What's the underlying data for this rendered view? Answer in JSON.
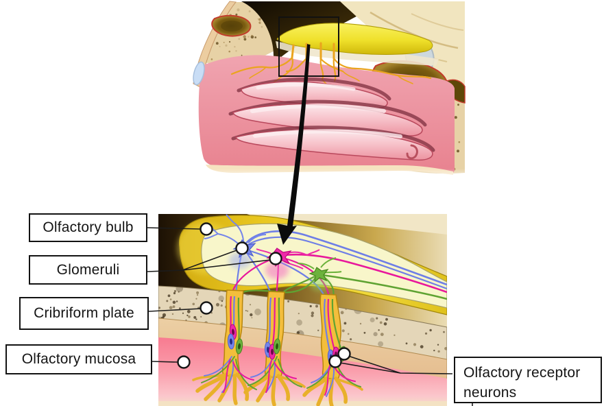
{
  "diagram": {
    "subject": "Olfactory system anatomy: nasal cavity overview with magnified view of olfactory bulb, cribriform plate and olfactory mucosa",
    "labels": [
      {
        "id": "olfactory-bulb",
        "text": "Olfactory bulb"
      },
      {
        "id": "glomeruli",
        "text": "Glomeruli"
      },
      {
        "id": "cribriform-plate",
        "text": "Cribriform plate"
      },
      {
        "id": "olfactory-mucosa",
        "text": "Olfactory mucosa"
      },
      {
        "id": "olfactory-receptor-neurons",
        "text": "Olfactory receptor neurons"
      }
    ],
    "marker_count": 7,
    "colors": {
      "neuron_blue": "#6e7ee6",
      "neuron_magenta": "#e8189c",
      "neuron_green": "#5fa332",
      "nerve_gold": "#f3be3c",
      "bulb_yellow": "#e9c71e",
      "bulb_interior": "#f8f6ca",
      "bone_tan": "#e4d6b8",
      "mucosa_pink": "#f87b90",
      "turbinate_pink": "#f7c3cb",
      "label_background": "#ffffff",
      "label_border": "#121212",
      "arrow_black": "#0b0b0b",
      "marker_fill": "#ffffff"
    }
  }
}
